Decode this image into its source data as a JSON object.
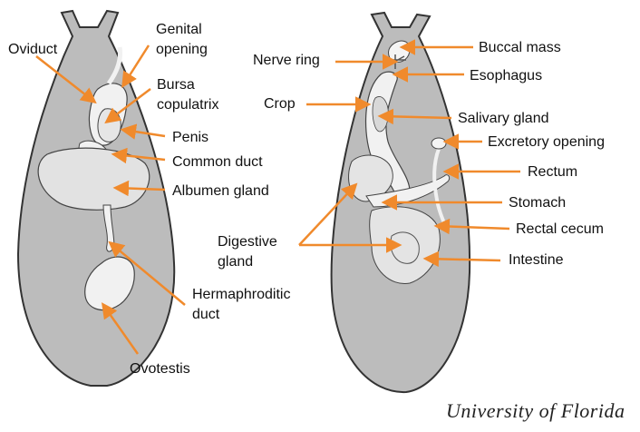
{
  "colors": {
    "body_fill": "#bcbcbc",
    "organ_fill": "#f1f1f1",
    "outline": "#333333",
    "arrow": "#f08a2c"
  },
  "left_labels": {
    "oviduct": "Oviduct",
    "genital_opening": "Genital\nopening",
    "bursa_copulatrix": "Bursa\ncopulatrix",
    "penis": "Penis",
    "common_duct": "Common duct",
    "albumen_gland": "Albumen gland",
    "hermaphroditic_duct": "Hermaphroditic\nduct",
    "ovotestis": "Ovotestis"
  },
  "right_labels": {
    "nerve_ring": "Nerve ring",
    "crop": "Crop",
    "buccal_mass": "Buccal mass",
    "esophagus": "Esophagus",
    "salivary_gland": "Salivary gland",
    "excretory_opening": "Excretory opening",
    "rectum": "Rectum",
    "stomach": "Stomach",
    "rectal_cecum": "Rectal cecum",
    "intestine": "Intestine",
    "digestive_gland": "Digestive\ngland"
  },
  "credit": "University of Florida"
}
